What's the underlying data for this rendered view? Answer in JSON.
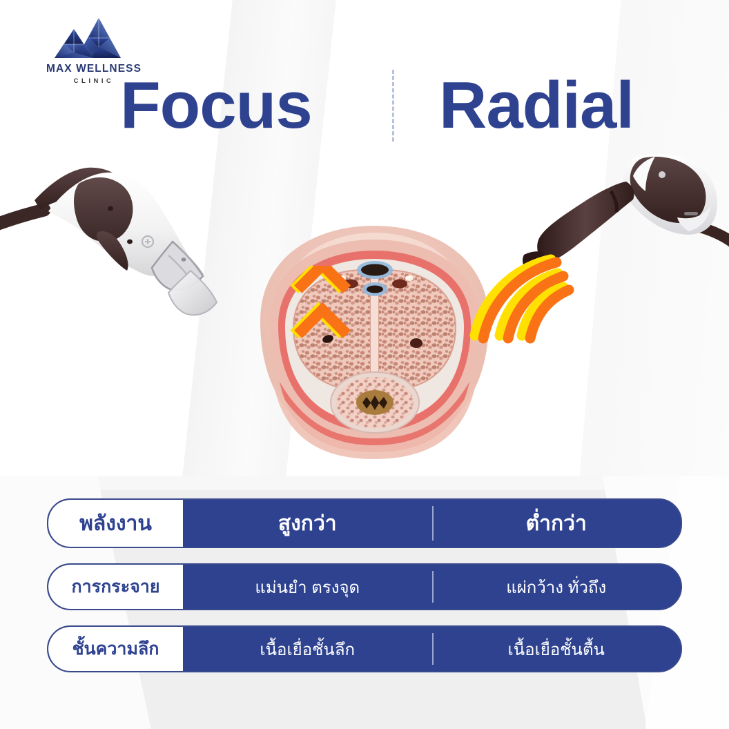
{
  "brand": {
    "logo_icon": "mountain-peaks-icon",
    "name": "MAX WELLNESS",
    "sub": "CLINIC",
    "color": "#2b3a74"
  },
  "headline": {
    "left": "Focus",
    "right": "Radial",
    "divider": "dashed-vertical-divider",
    "color": "#2e4290"
  },
  "illustration": {
    "anatomy_icon": "penis-cross-section-anatomy",
    "left_device_icon": "focused-shockwave-handpiece-icon",
    "right_device_icon": "radial-shockwave-handpiece-icon",
    "focus_energy_icon": "chevron-arrows-icon",
    "radial_energy_icon": "radial-wave-arcs-icon",
    "energy_colors": {
      "outer": "#f97316",
      "inner": "#ffe000"
    }
  },
  "table": {
    "columns": [
      "",
      "Focus",
      "Radial"
    ],
    "rows": [
      {
        "label": "พลังงาน",
        "focus": "สูงกว่า",
        "radial": "ต่ำกว่า"
      },
      {
        "label": "การกระจาย",
        "focus": "แม่นยำ ตรงจุด",
        "radial": "แผ่กว้าง ทั่วถึง"
      },
      {
        "label": "ชั้นความลึก",
        "focus": "เนื้อเยื่อชั้นลึก",
        "radial": "เนื้อเยื่อชั้นตื้น"
      }
    ],
    "accent_color": "#2e4290",
    "label_bg": "#ffffff"
  }
}
